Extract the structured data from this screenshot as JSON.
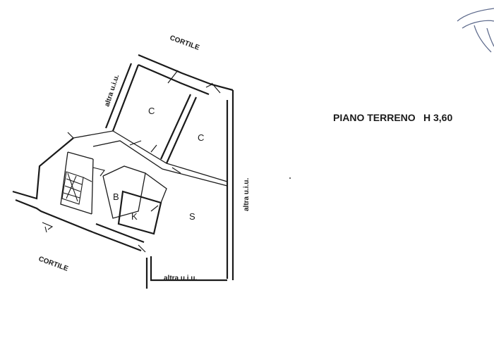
{
  "title": {
    "floor": "PIANO TERRENO",
    "height": "H  3,60"
  },
  "labels": {
    "cortile_top": "CORTILE",
    "cortile_bottom": "CORTILE",
    "altra_left": "altra u.i.u.",
    "altra_right": "altra u.i.u.",
    "altra_bottom": "altra u.i.u."
  },
  "rooms": {
    "c1": "C",
    "c2": "C",
    "b": "B",
    "k": "K",
    "s": "S"
  },
  "colors": {
    "ink": "#1a1a1a",
    "signature": "#5d6a8c"
  }
}
